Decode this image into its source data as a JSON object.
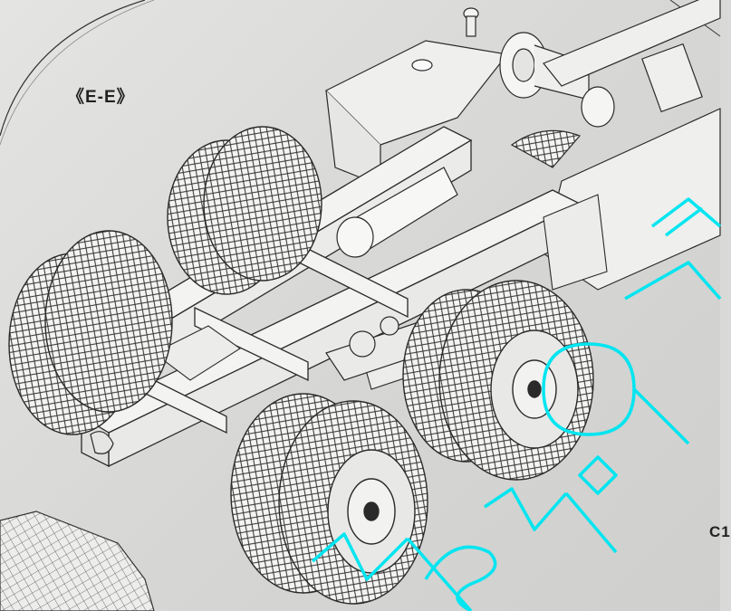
{
  "view_label": "《E-E》",
  "callout_label": "C1",
  "watermark_text": "ysy.qln",
  "colors": {
    "background": "#d9d9d7",
    "line": "#2a2a2a",
    "watermark": "#00e5f0"
  }
}
